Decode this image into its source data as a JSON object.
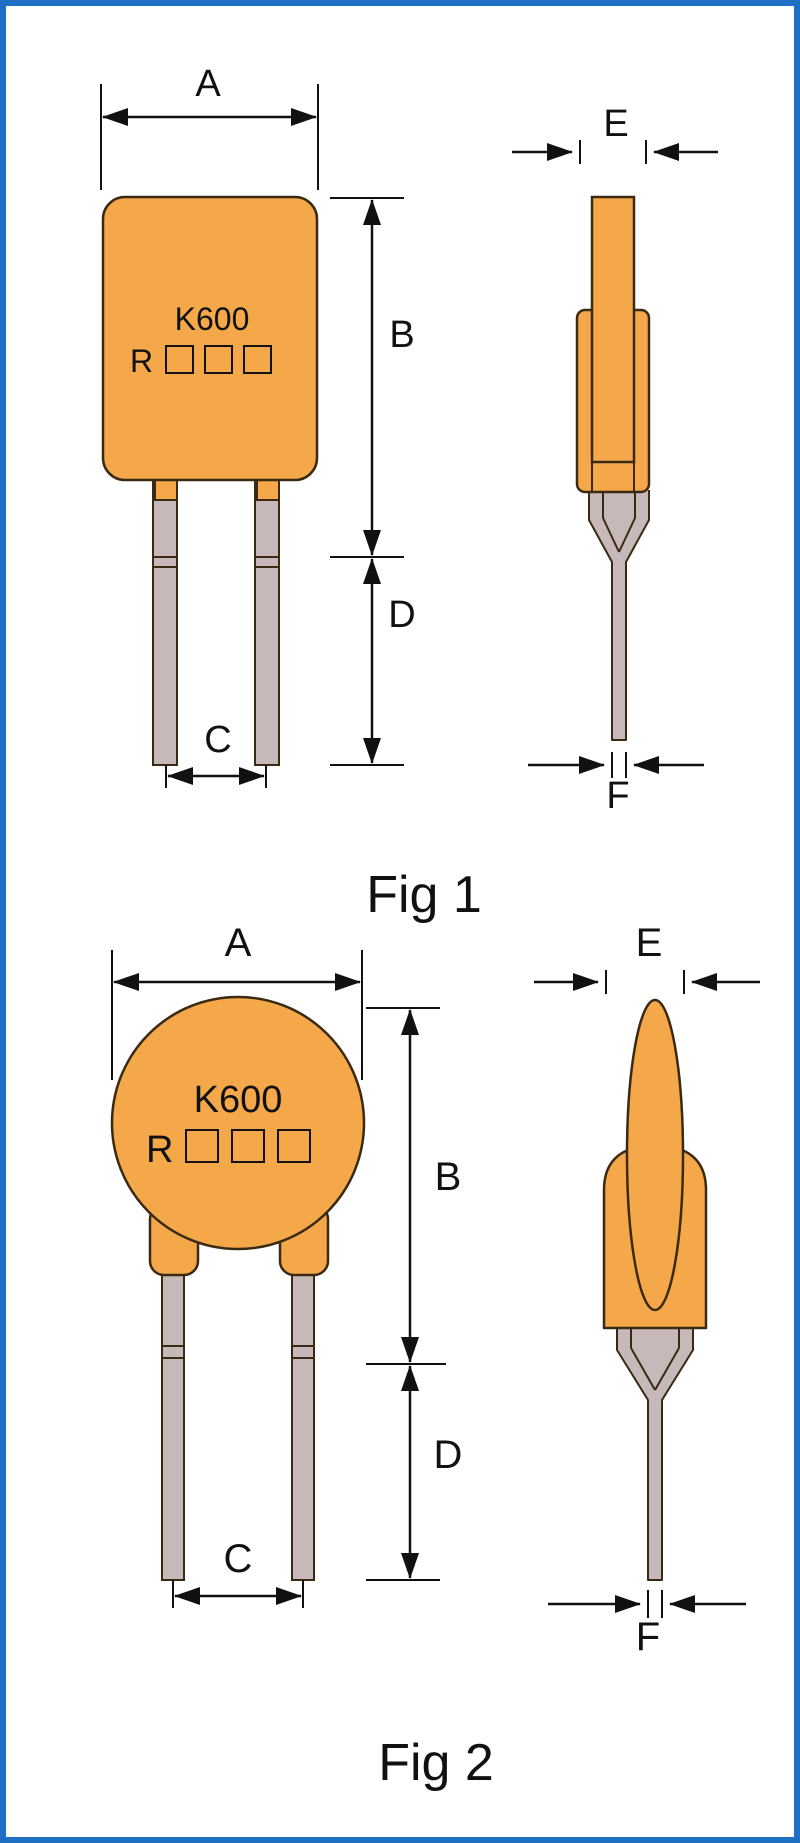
{
  "figures": [
    {
      "caption": "Fig 1",
      "marking": {
        "line1": "K600",
        "prefix": "R",
        "boxes": 3
      },
      "dims": {
        "A": "A",
        "B": "B",
        "C": "C",
        "D": "D",
        "E": "E",
        "F": "F"
      }
    },
    {
      "caption": "Fig 2",
      "marking": {
        "line1": "K600",
        "prefix": "R",
        "boxes": 3
      },
      "dims": {
        "A": "A",
        "B": "B",
        "C": "C",
        "D": "D",
        "E": "E",
        "F": "F"
      }
    }
  ],
  "colors": {
    "border": "#1f6fc4",
    "body": "#f5a84a",
    "outline": "#3a2a12",
    "lead": "#c7b9b9",
    "line": "#111111"
  }
}
